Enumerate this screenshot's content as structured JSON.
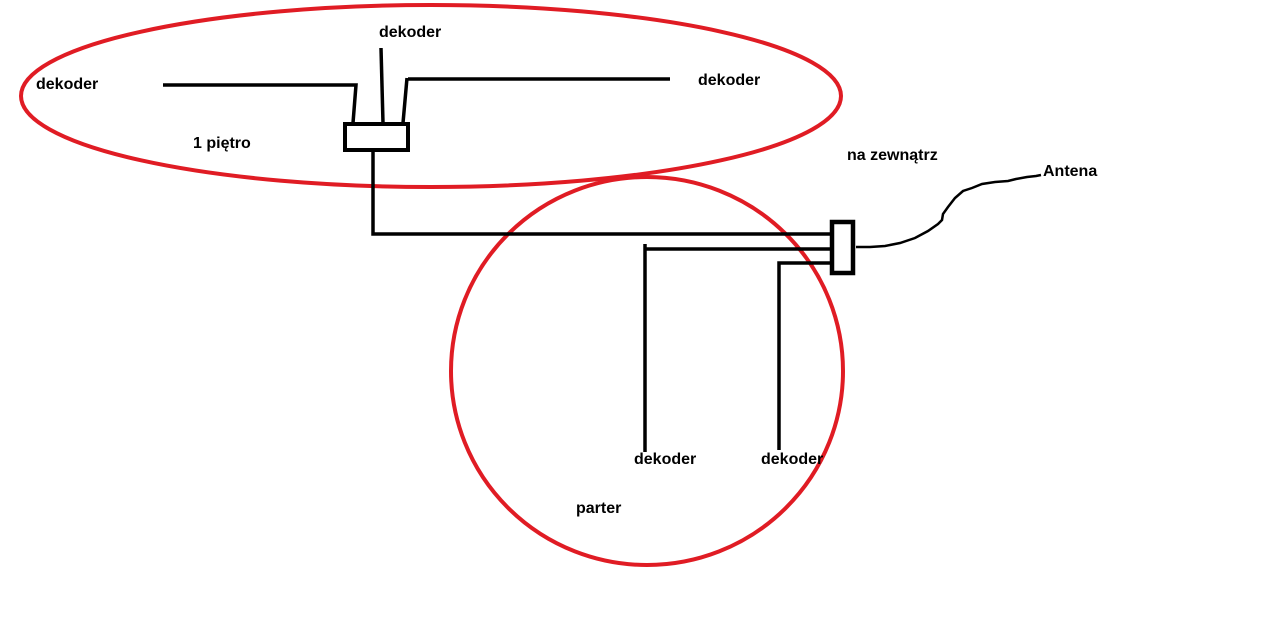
{
  "colors": {
    "region_outline": "#e01c24",
    "wire": "#000000",
    "device_fill": "#ffffff",
    "text": "#000000",
    "background": "#ffffff"
  },
  "floor1": {
    "name": "1 piętro",
    "decoder_left": "dekoder",
    "decoder_top": "dekoder",
    "decoder_right": "dekoder"
  },
  "ground_floor": {
    "name": "parter",
    "decoder_left": "dekoder",
    "decoder_right": "dekoder"
  },
  "outside": {
    "label": "na zewnątrz"
  },
  "antenna": {
    "label": "Antena"
  }
}
